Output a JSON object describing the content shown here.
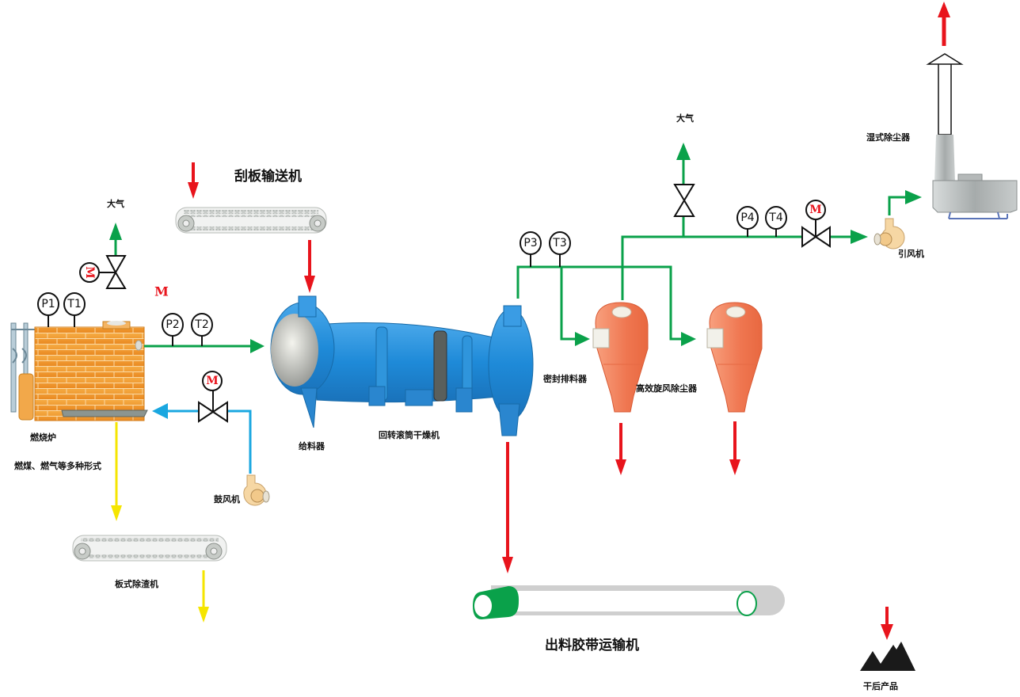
{
  "colors": {
    "gas_line": "#0aa14a",
    "air_line": "#1aa7e0",
    "material_flow": "#e8141c",
    "ash_flow": "#f5e500",
    "furnace": "#f29a2e",
    "dryer": "#2a8fd8",
    "cyclone": "#f07a52",
    "conveyor": "#c9c9c9",
    "belt_roller": "#0aa14a",
    "product": "#1a1a1a"
  },
  "labels": {
    "scraper_conveyor": "刮板输送机",
    "atmosphere_left": "大气",
    "atmosphere_right": "大气",
    "furnace": "燃烧炉",
    "fuel_types": "燃煤、燃气等多种形式",
    "blower": "鼓风机",
    "feeder": "给料器",
    "rotary_dryer": "回转滚筒干燥机",
    "sealed_discharger": "密封排料器",
    "cyclone_collector": "高效旋风除尘器",
    "induced_fan": "引风机",
    "wet_scrubber": "湿式除尘器",
    "slag_remover": "板式除渣机",
    "belt_conveyor": "出料胶带运输机",
    "dried_product": "干后产品"
  },
  "instruments": {
    "p1": "P1",
    "t1": "T1",
    "p2": "P2",
    "t2": "T2",
    "p3": "P3",
    "t3": "T3",
    "p4": "P4",
    "t4": "T4"
  },
  "motor_symbol": "M"
}
